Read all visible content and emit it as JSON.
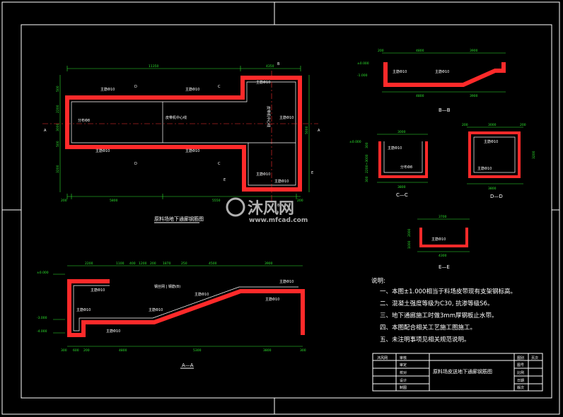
{
  "colors": {
    "background": "#000000",
    "wall": "#ff2a2a",
    "dimension": "#2ee62e",
    "text": "#ffffff",
    "label": "#ffff33"
  },
  "plan": {
    "title": "原料场地下通廊钢筋图",
    "dims_top": [
      "11350",
      "4350"
    ],
    "dims_bottom": [
      "200",
      "5800",
      "5550",
      "200"
    ],
    "dims_left": [
      "500",
      "2200",
      "3000",
      "500",
      "3200"
    ],
    "section_marks": [
      "A",
      "A",
      "B",
      "B",
      "C",
      "C",
      "D",
      "D",
      "E",
      "E"
    ],
    "rebar_labels": [
      "主筋Φ10",
      "主筋Φ10",
      "主筋Φ10",
      "主筋Φ10",
      "主筋Φ10",
      "主筋Φ10",
      "主筋Φ10",
      "主筋Φ10",
      "分布Φ8"
    ],
    "inner_labels": [
      "皮带机中心线",
      "皮带机中心线"
    ]
  },
  "section_aa": {
    "title": "A—A",
    "dims_top": [
      "2200",
      "1100",
      "400",
      "1200",
      "200",
      "1870",
      "250",
      "4500",
      "3900"
    ],
    "dims_bottom": [
      "300",
      "600",
      "200",
      "4800",
      "5300",
      "3800",
      "300"
    ],
    "levels": [
      "±0.000",
      "-3.000",
      "-4.000"
    ],
    "rebar_labels": [
      "主筋Φ10",
      "主筋Φ10",
      "主筋Φ10",
      "主筋Φ10",
      "主筋Φ10",
      "主筋Φ10",
      "主筋Φ10"
    ],
    "note": "钢丝网 | 钢筋(B)"
  },
  "section_bb": {
    "title": "B—B",
    "dims_top": [
      "200",
      "4800",
      "3900"
    ],
    "dims_bottom": [
      "4800",
      "3900"
    ],
    "levels": [
      "±0.000",
      "-1.000"
    ],
    "rebar_labels": [
      "主筋Φ10",
      "主筋Φ10"
    ]
  },
  "section_cc": {
    "title": "C—C",
    "dims_top": [
      "3000"
    ],
    "dims_bottom": [
      "3800"
    ],
    "dims_side": [
      "300",
      "2200~3000",
      "300"
    ],
    "levels": [
      "±0.000"
    ],
    "rebar_labels": [
      "主筋Φ10",
      "分布Φ8"
    ]
  },
  "section_dd": {
    "title": "D—D",
    "dims_top": [
      "200",
      "3000",
      "200"
    ],
    "dims_bottom": [
      "3800"
    ],
    "dims_side": [
      "3200"
    ],
    "rebar_labels": [
      "主筋Φ10",
      "主筋Φ10"
    ]
  },
  "section_ee": {
    "title": "E—E",
    "dims_top": [
      "3700"
    ],
    "dims_bottom": [
      "4300"
    ],
    "dims_side": [
      "2000",
      "1000"
    ],
    "rebar_labels": [
      "主筋Φ10"
    ]
  },
  "notes": {
    "heading": "说明:",
    "items": [
      "一、本图±1.000相当于料场皮带现有支架钢标高。",
      "二、混凝土强度等级为C30, 抗渗等级S6。",
      "三、地下通廊施工时做3mm厚钢板止水带。",
      "四、本图配合相关工艺施工图施工。",
      "五、未注明事项见相关规范说明。"
    ]
  },
  "title_block": {
    "drawing_title": "原料场皮送地下通廊钢筋图",
    "row_labels": [
      "审核",
      "审定",
      "校对",
      "设计",
      "制图"
    ],
    "company": "沐风网",
    "right_labels": [
      "图号",
      "比例",
      "日期",
      "版次"
    ],
    "header_cells": [
      "图别",
      "页次"
    ]
  },
  "watermark": {
    "brand": "沐风网",
    "url": "www.mfcad.com"
  }
}
